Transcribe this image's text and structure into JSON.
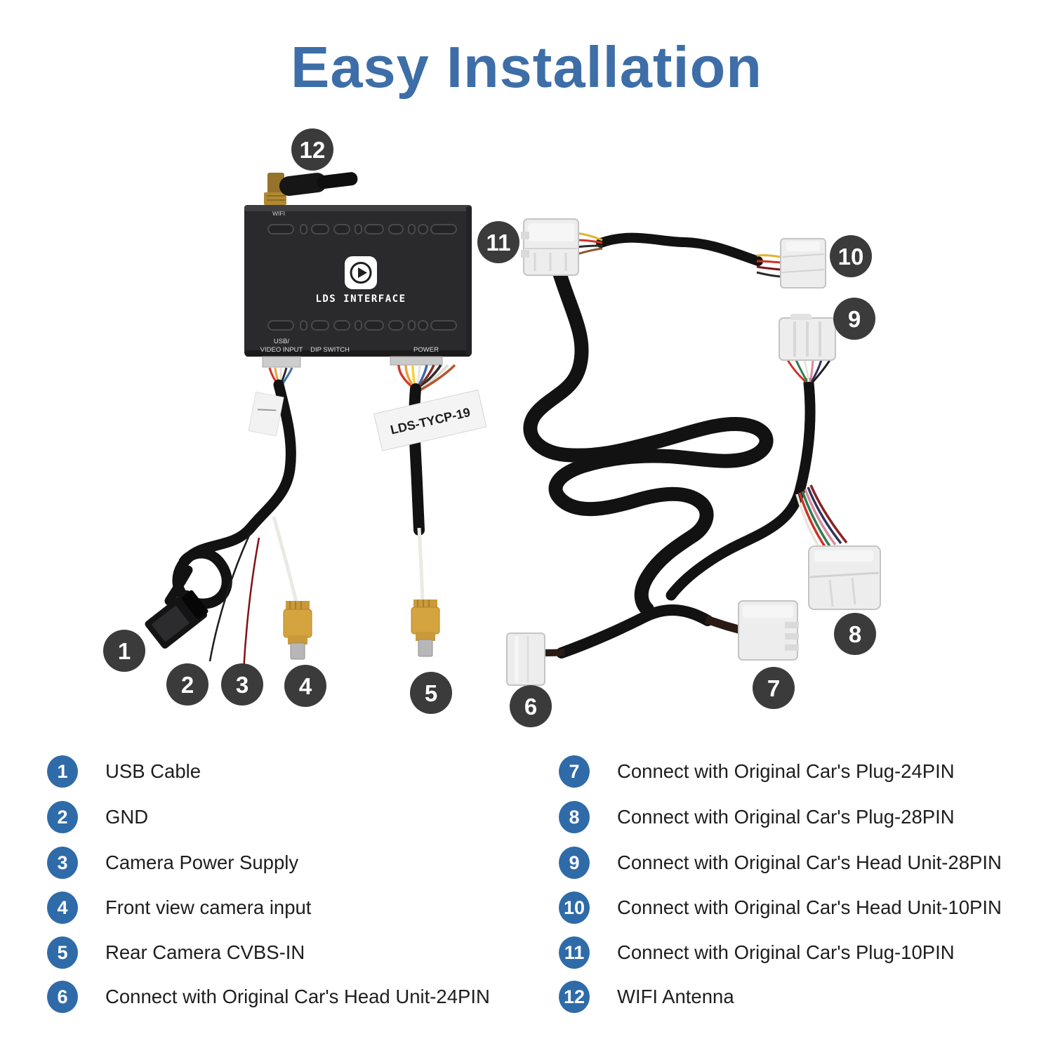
{
  "title": {
    "text": "Easy Installation"
  },
  "device": {
    "wifi_label": "WIFI",
    "brand": "LDS INTERFACE",
    "cable_label": "LDS-TYCP-19",
    "ports": {
      "usb_line1": "USB/",
      "usb_line2": "VIDEO INPUT",
      "dip": "DIP SWITCH",
      "power": "POWER"
    }
  },
  "colors": {
    "title_blue": "#3d6ea7",
    "legend_badge_blue": "#2f6ba8",
    "callout_badge_gray": "#3b3b3b",
    "rca_yellow": "#d4a43e",
    "cable_black": "#121212"
  },
  "diagram": {
    "callouts": [
      "1",
      "2",
      "3",
      "4",
      "5",
      "6",
      "7",
      "8",
      "9",
      "10",
      "11",
      "12"
    ]
  },
  "legend": {
    "items": [
      {
        "num": "1",
        "text": "USB Cable"
      },
      {
        "num": "2",
        "text": "GND"
      },
      {
        "num": "3",
        "text": "Camera Power Supply"
      },
      {
        "num": "4",
        "text": "Front view camera input"
      },
      {
        "num": "5",
        "text": "Rear Camera CVBS-IN"
      },
      {
        "num": "6",
        "text": "Connect with Original Car's Head Unit-24PIN"
      },
      {
        "num": "7",
        "text": "Connect with Original Car's Plug-24PIN"
      },
      {
        "num": "8",
        "text": "Connect with Original Car's Plug-28PIN"
      },
      {
        "num": "9",
        "text": "Connect with Original Car's Head Unit-28PIN"
      },
      {
        "num": "10",
        "text": "Connect with Original Car's Head Unit-10PIN"
      },
      {
        "num": "11",
        "text": "Connect with Original Car's Plug-10PIN"
      },
      {
        "num": "12",
        "text": "WIFI Antenna"
      }
    ]
  }
}
